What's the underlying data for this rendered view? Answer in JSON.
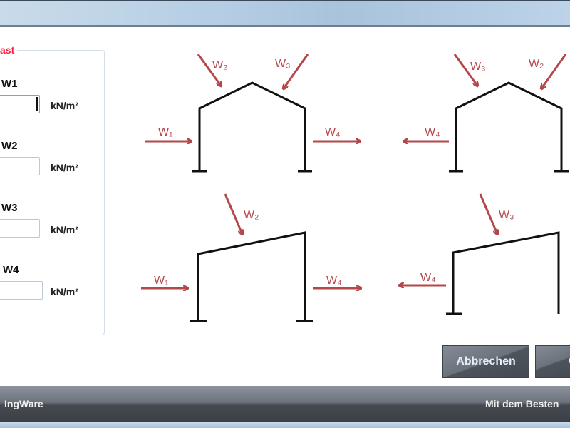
{
  "group": {
    "title": "ast"
  },
  "fields": [
    {
      "label": "W1",
      "value": "",
      "unit": "kN/m²"
    },
    {
      "label": "W2",
      "value": "",
      "unit": "kN/m²"
    },
    {
      "label": "W3",
      "value": "",
      "unit": "kN/m²"
    },
    {
      "label": "W4",
      "value": "",
      "unit": "kN/m²"
    }
  ],
  "diagram_labels": {
    "w1": "W₁",
    "w2": "W₂",
    "w3": "W₃",
    "w4": "W₄"
  },
  "buttons": {
    "cancel": "Abbrechen",
    "ok": "O"
  },
  "footer": {
    "left": "IngWare",
    "right": "Mit dem Besten"
  },
  "colors": {
    "arrow": "#b3474a",
    "legend": "#ff1a3c"
  }
}
